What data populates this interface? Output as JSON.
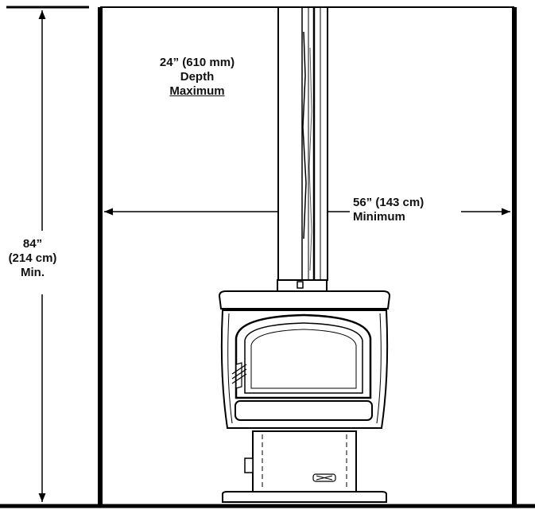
{
  "labels": {
    "depth_value": "24” (610 mm)",
    "depth_word": "Depth",
    "depth_limit": "Maximum",
    "width_value": "56” (143 cm)",
    "width_limit": "Minimum",
    "height_value": "84”",
    "height_metric": "(214 cm)",
    "height_limit": "Min."
  },
  "colors": {
    "line": "#000000",
    "background": "#ffffff"
  }
}
